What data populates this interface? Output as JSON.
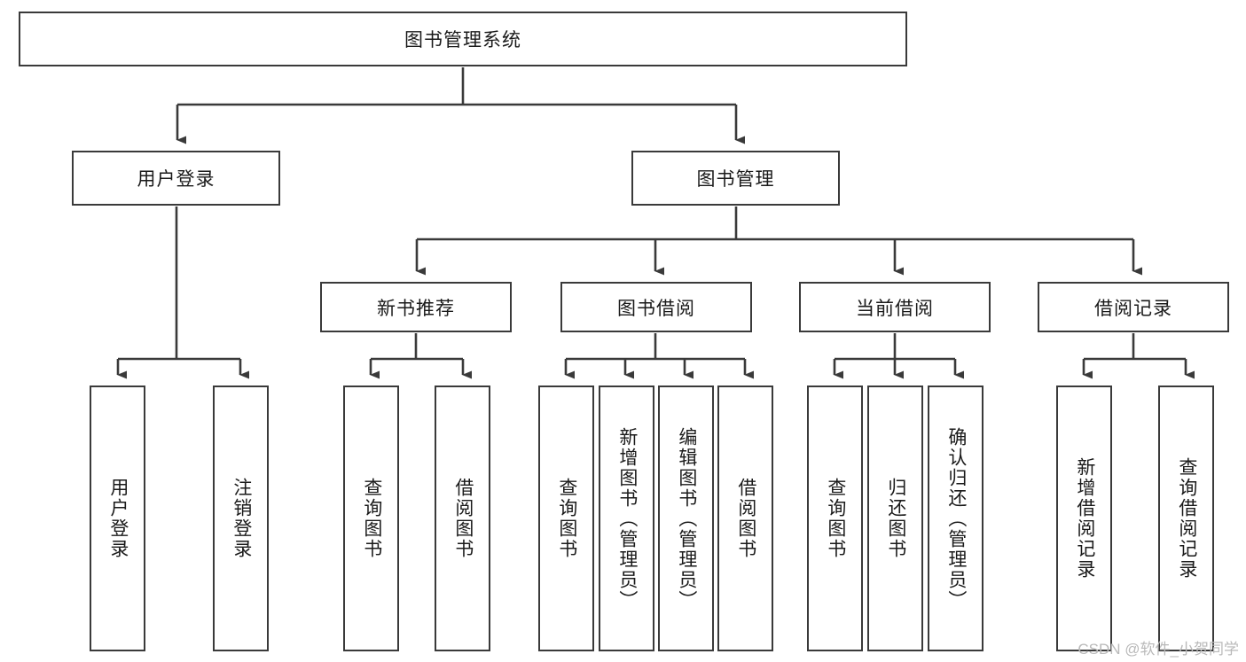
{
  "diagram": {
    "title": "图书管理系统",
    "type": "hierarchy-tree",
    "watermark": "CSDN @软件_小贺同学",
    "levels": {
      "level1": [
        "图书管理系统"
      ],
      "level2": [
        "用户登录",
        "图书管理"
      ],
      "level3": [
        "新书推荐",
        "图书借阅",
        "当前借阅",
        "借阅记录"
      ],
      "level4": [
        "用户登录",
        "注销登录",
        "查询图书",
        "借阅图书",
        "查询图书",
        "新增图书（管理员）",
        "编辑图书（管理员）",
        "借阅图书",
        "查询图书",
        "归还图书",
        "确认归还（管理员）",
        "新增借阅记录",
        "查询借阅记录"
      ]
    },
    "nodes": {
      "root": "图书管理系统",
      "user_login": "用户登录",
      "book_manage": "图书管理",
      "new_book_rec": "新书推荐",
      "book_borrow": "图书借阅",
      "current_borrow": "当前借阅",
      "borrow_record": "借阅记录",
      "leaf_user_login": "用户登录",
      "leaf_logout": "注销登录",
      "leaf_query_book_1": "查询图书",
      "leaf_borrow_book_1": "借阅图书",
      "leaf_query_book_2": "查询图书",
      "leaf_add_book": "新增图书（管理员）",
      "leaf_edit_book": "编辑图书（管理员）",
      "leaf_borrow_book_2": "借阅图书",
      "leaf_query_book_3": "查询图书",
      "leaf_return_book": "归还图书",
      "leaf_confirm_return": "确认归还（管理员）",
      "leaf_add_record": "新增借阅记录",
      "leaf_query_record": "查询借阅记录"
    },
    "colors": {
      "stroke": "#3a3a3a",
      "background": "#ffffff",
      "text": "#1a1a1a",
      "watermark": "#b9b9b9"
    }
  }
}
